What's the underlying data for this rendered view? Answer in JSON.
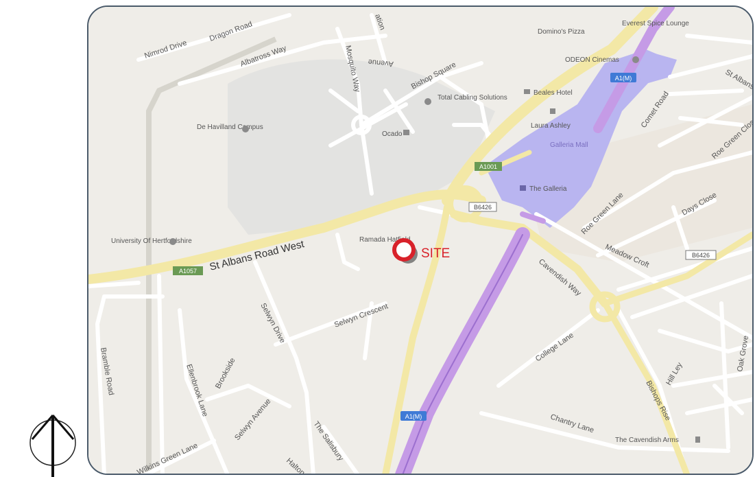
{
  "site": {
    "label": "SITE",
    "color": "#d8222a"
  },
  "colors": {
    "background": "#efede8",
    "road_major": "#f3e8a6",
    "motorway": "#c59be6",
    "shopping": "#b9b5f0",
    "campus": "#e2e2e0",
    "road_minor": "#ffffff",
    "route_green": "#6a9a54",
    "route_blue": "#3f7ad6"
  },
  "roads": {
    "nimrod_drive": "Nimrod Drive",
    "dragon_road": "Dragon Road",
    "albatross_way": "Albatross Way",
    "mosquito_way": "Mosquito Way",
    "avenue": "Avenue",
    "bishop_square": "Bishop Square",
    "st_albans_road_west": "St Albans Road West",
    "selwyn_drive": "Selwyn Drive",
    "selwyn_crescent": "Selwyn Crescent",
    "selwyn_avenue": "Selwyn Avenue",
    "ellenbrook_lane": "Ellenbrook Lane",
    "brookside": "Brookside",
    "bramble_road": "Bramble Road",
    "wilkins_green_lane": "Wilkins Green Lane",
    "cavendish_way": "Cavendish Way",
    "college_lane": "College Lane",
    "chantry_lane": "Chantry Lane",
    "bishops_rise": "Bishops Rise",
    "hill_ley": "Hill Ley",
    "oak_grove": "Oak Grove",
    "comet_road": "Comet Road",
    "roe_green_lane": "Roe Green Lane",
    "roe_green_close": "Roe Green Close",
    "meadow_croft": "Meadow Croft",
    "days_close": "Days Close",
    "st_albans": "St Albans",
    "the_salisbury": "The Salisbury",
    "halton": "Halton",
    "ation": "ation"
  },
  "shields": {
    "a1057_west": "A1057",
    "a1001": "A1001",
    "b6426_centre": "B6426",
    "b6426_east": "B6426",
    "a1m_north": "A1(M)",
    "a1m_south": "A1(M)"
  },
  "pois": {
    "de_havilland": "De Havilland Campus",
    "university": "University Of Hertfordshire",
    "total_cabling": "Total Cabling Solutions",
    "ocado": "Ocado",
    "ramada": "Ramada Hatfield",
    "odeon": "ODEON Cinemas",
    "beales": "Beales Hotel",
    "laura_ashley": "Laura Ashley",
    "galleria_mall": "Galleria Mall",
    "the_galleria": "The Galleria",
    "dominos": "Domino's Pizza",
    "everest": "Everest Spice Lounge",
    "cavendish_arms": "The Cavendish Arms"
  },
  "compass": {
    "icon": "north-arrow-icon"
  }
}
